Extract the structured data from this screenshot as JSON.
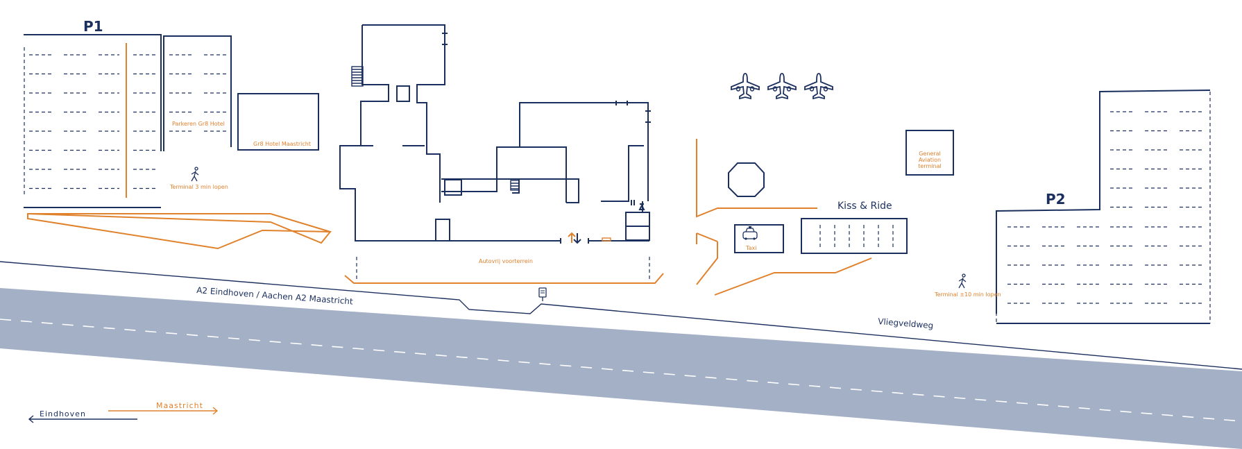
{
  "colors": {
    "navy": "#1b2f5e",
    "orange": "#e0812c",
    "road": "#a3b0c6",
    "background": "#ffffff"
  },
  "labels": {
    "p1": "P1",
    "p2": "P2",
    "parking_hotel": "Parkeren Gr8 Hotel",
    "hotel": "Gr8 Hotel Maastricht",
    "terminal_walk_p1": "Terminal 3 min lopen",
    "terminal_walk_p2": "Terminal ±10 min lopen",
    "autovrij": "Autovrij voorterrein",
    "kiss_ride": "Kiss & Ride",
    "taxi": "Taxi",
    "ga_line1": "General",
    "ga_line2": "Aviation",
    "ga_line3": "terminal",
    "road_a2": "A2 Eindhoven / Aachen  A2 Maastricht",
    "vliegveldweg": "Vliegveldweg",
    "eindhoven": "Eindhoven",
    "maastricht": "Maastricht"
  },
  "icons": [
    "walking-person-icon",
    "airplane-icon",
    "taxi-icon",
    "bus-stop-icon",
    "arrival-departure-arrows-icon"
  ]
}
